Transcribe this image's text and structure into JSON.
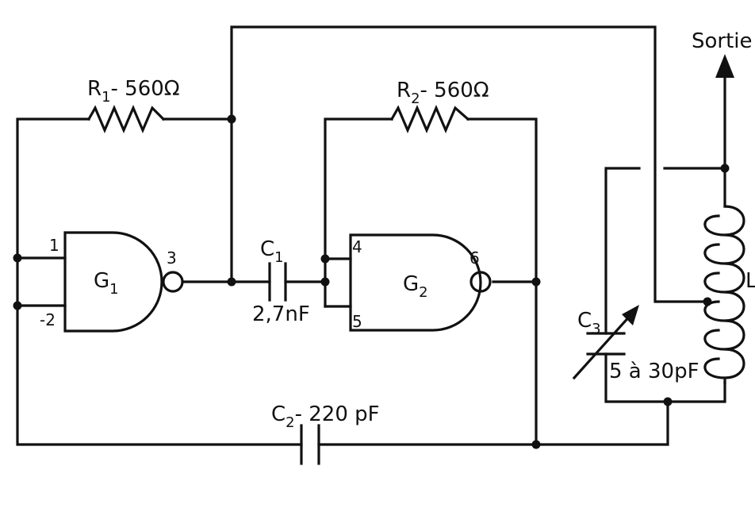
{
  "output": {
    "label": "Sortie"
  },
  "r1": {
    "letter": "R",
    "sub": "1",
    "value": "- 560Ω"
  },
  "r2": {
    "letter": "R",
    "sub": "2",
    "value": "- 560Ω"
  },
  "c1": {
    "letter": "C",
    "sub": "1",
    "value": "2,7nF"
  },
  "c2": {
    "letter": "C",
    "sub": "2",
    "value": "- 220 pF"
  },
  "c3": {
    "letter": "C",
    "sub": "3",
    "value": "5 à 30pF"
  },
  "inductor": {
    "letter": "L"
  },
  "g1": {
    "letter": "G",
    "sub": "1",
    "pins": {
      "in1": "1",
      "in2": "-2",
      "out": "3"
    }
  },
  "g2": {
    "letter": "G",
    "sub": "2",
    "pins": {
      "in1": "4",
      "in2": "5",
      "out": "6"
    }
  }
}
